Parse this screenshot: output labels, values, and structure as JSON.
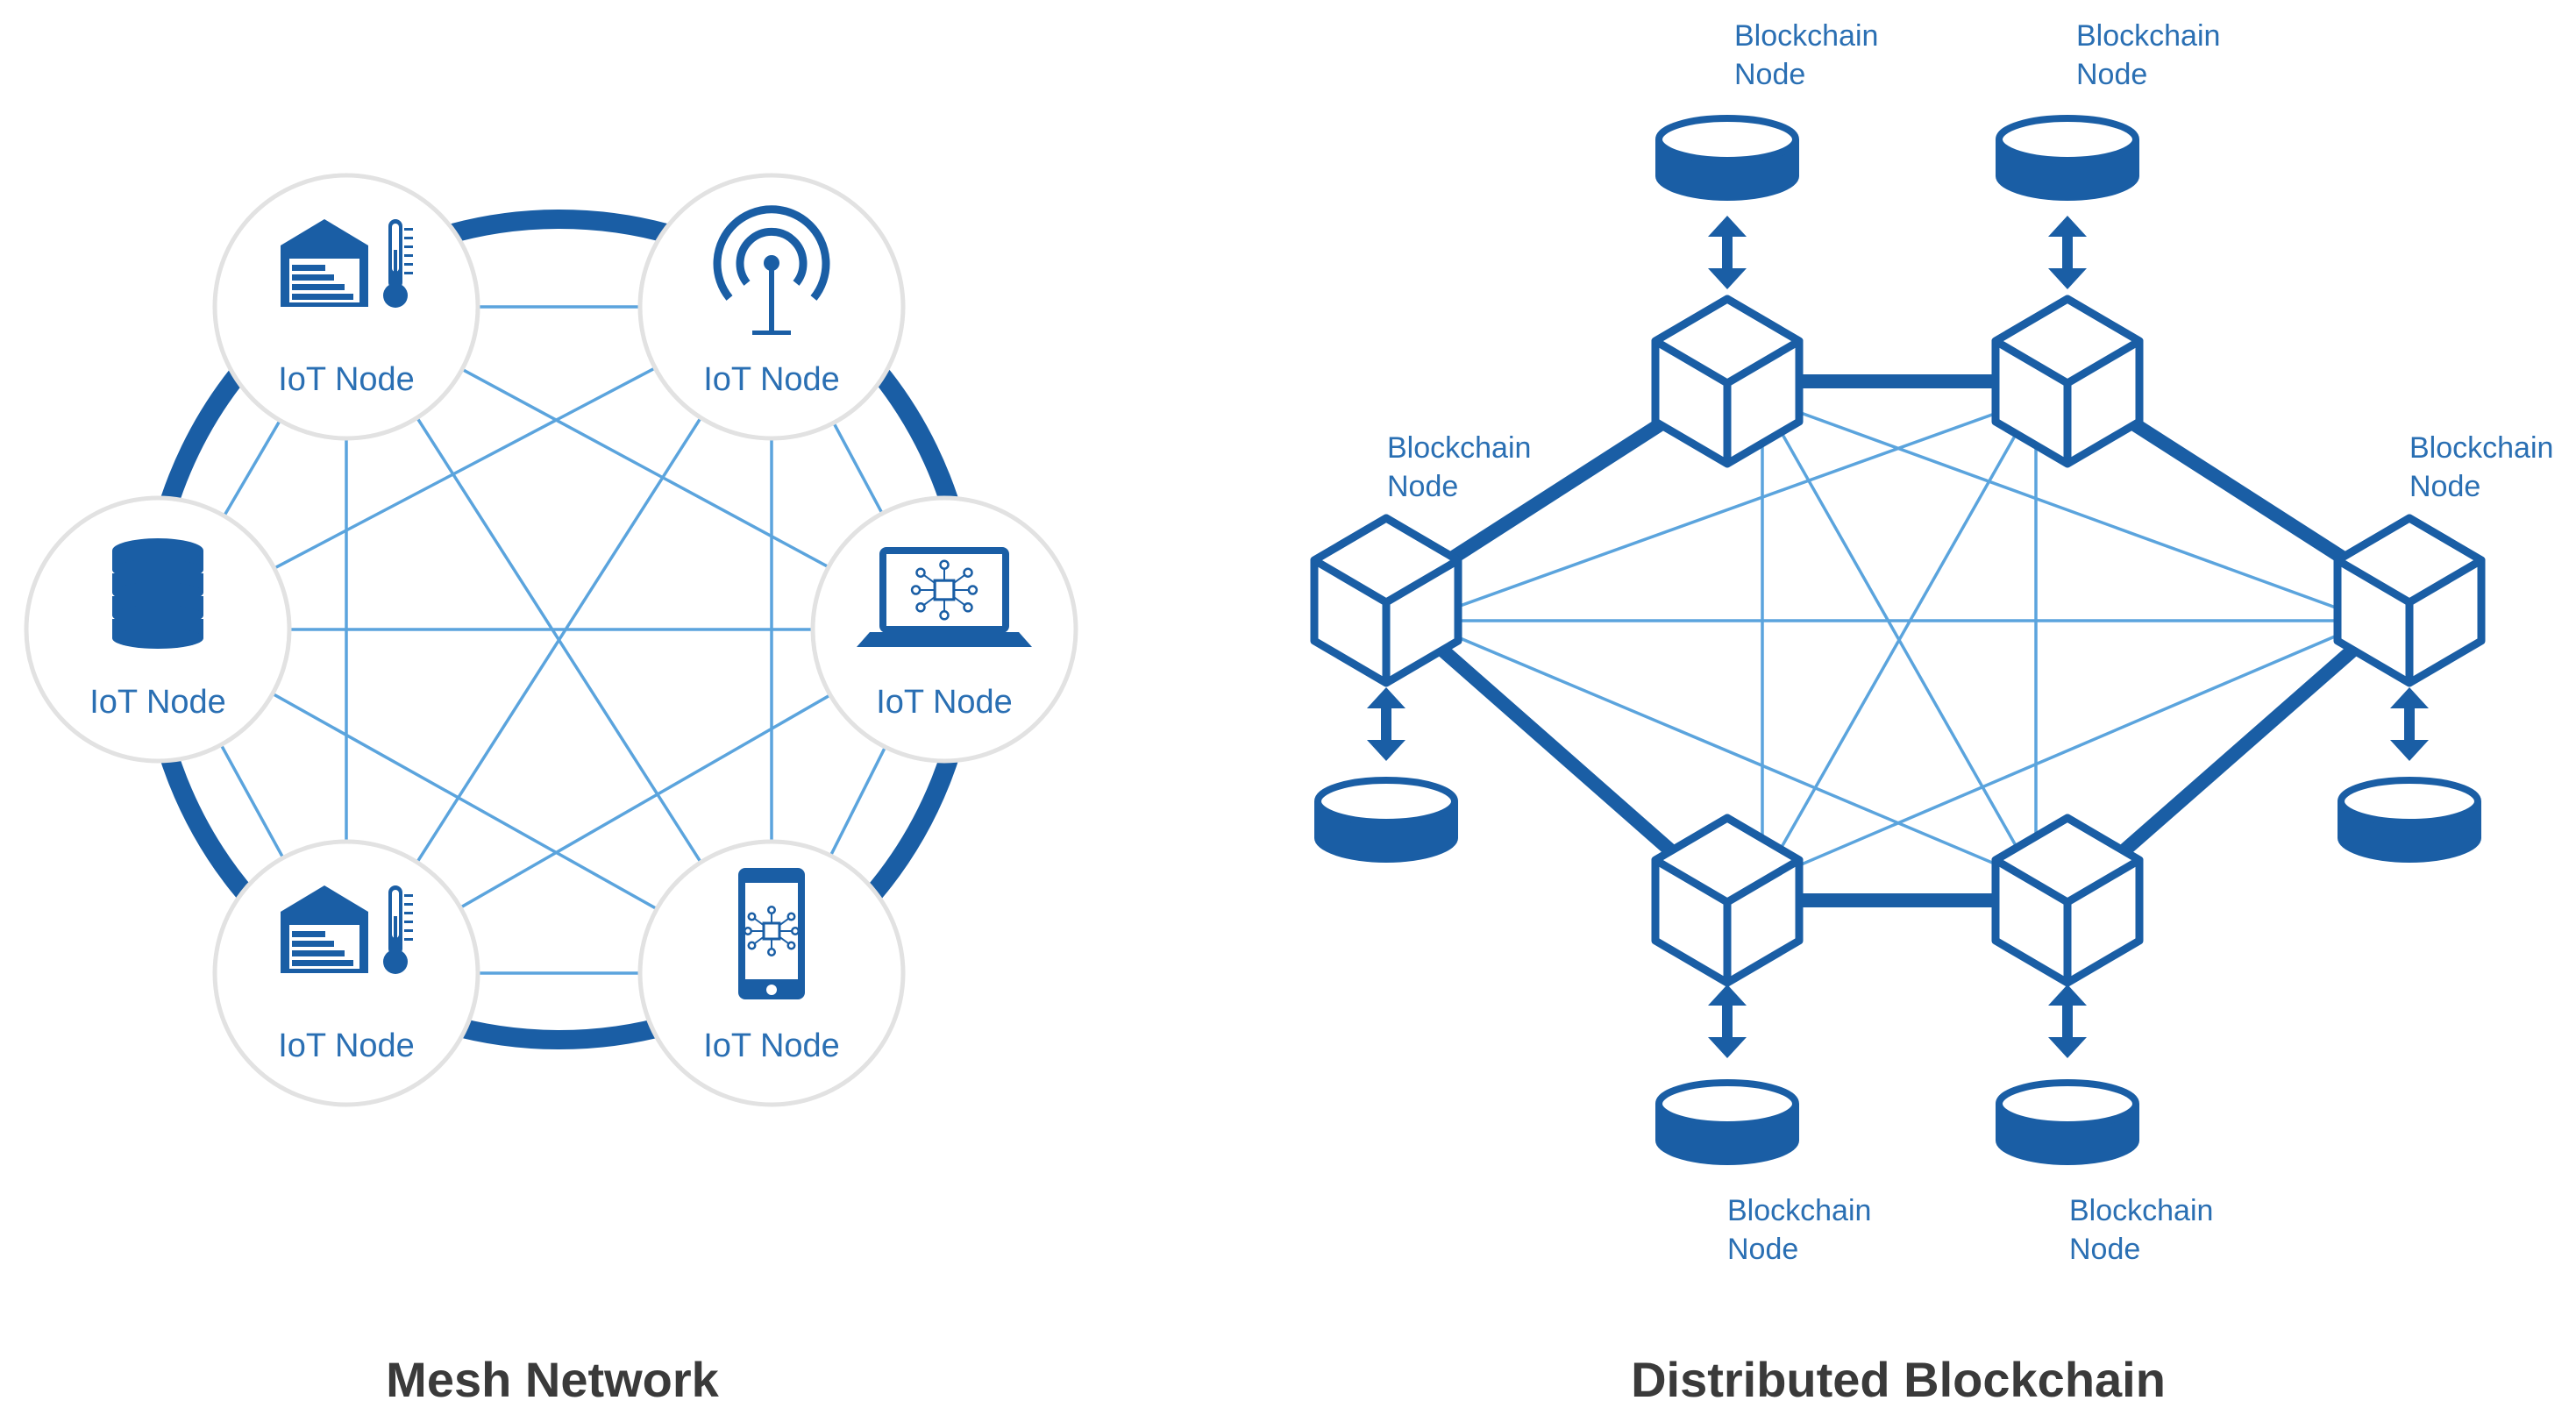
{
  "colors": {
    "dark_blue": "#1a5ea5",
    "light_blue": "#5ba4dd",
    "label_blue": "#2a6fb3",
    "circle_stroke": "#e2e2e2",
    "caption": "#3a3a3a"
  },
  "mesh": {
    "caption": "Mesh Network",
    "nodes": [
      {
        "label": "IoT Node",
        "icon": "warehouse-thermometer-icon"
      },
      {
        "label": "IoT Node",
        "icon": "wireless-antenna-icon"
      },
      {
        "label": "IoT Node",
        "icon": "laptop-chip-icon"
      },
      {
        "label": "IoT Node",
        "icon": "smartphone-chip-icon"
      },
      {
        "label": "IoT Node",
        "icon": "warehouse-thermometer-icon"
      },
      {
        "label": "IoT Node",
        "icon": "database-icon"
      }
    ]
  },
  "blockchain": {
    "caption": "Distributed Blockchain",
    "node_label_line1": "Blockchain",
    "node_label_line2": "Node",
    "nodes": [
      {
        "icon": "cube-icon",
        "storage": "database-disk-icon",
        "link": "double-arrow-icon"
      },
      {
        "icon": "cube-icon",
        "storage": "database-disk-icon",
        "link": "double-arrow-icon"
      },
      {
        "icon": "cube-icon",
        "storage": "database-disk-icon",
        "link": "double-arrow-icon"
      },
      {
        "icon": "cube-icon",
        "storage": "database-disk-icon",
        "link": "double-arrow-icon"
      },
      {
        "icon": "cube-icon",
        "storage": "database-disk-icon",
        "link": "double-arrow-icon"
      },
      {
        "icon": "cube-icon",
        "storage": "database-disk-icon",
        "link": "double-arrow-icon"
      }
    ]
  }
}
